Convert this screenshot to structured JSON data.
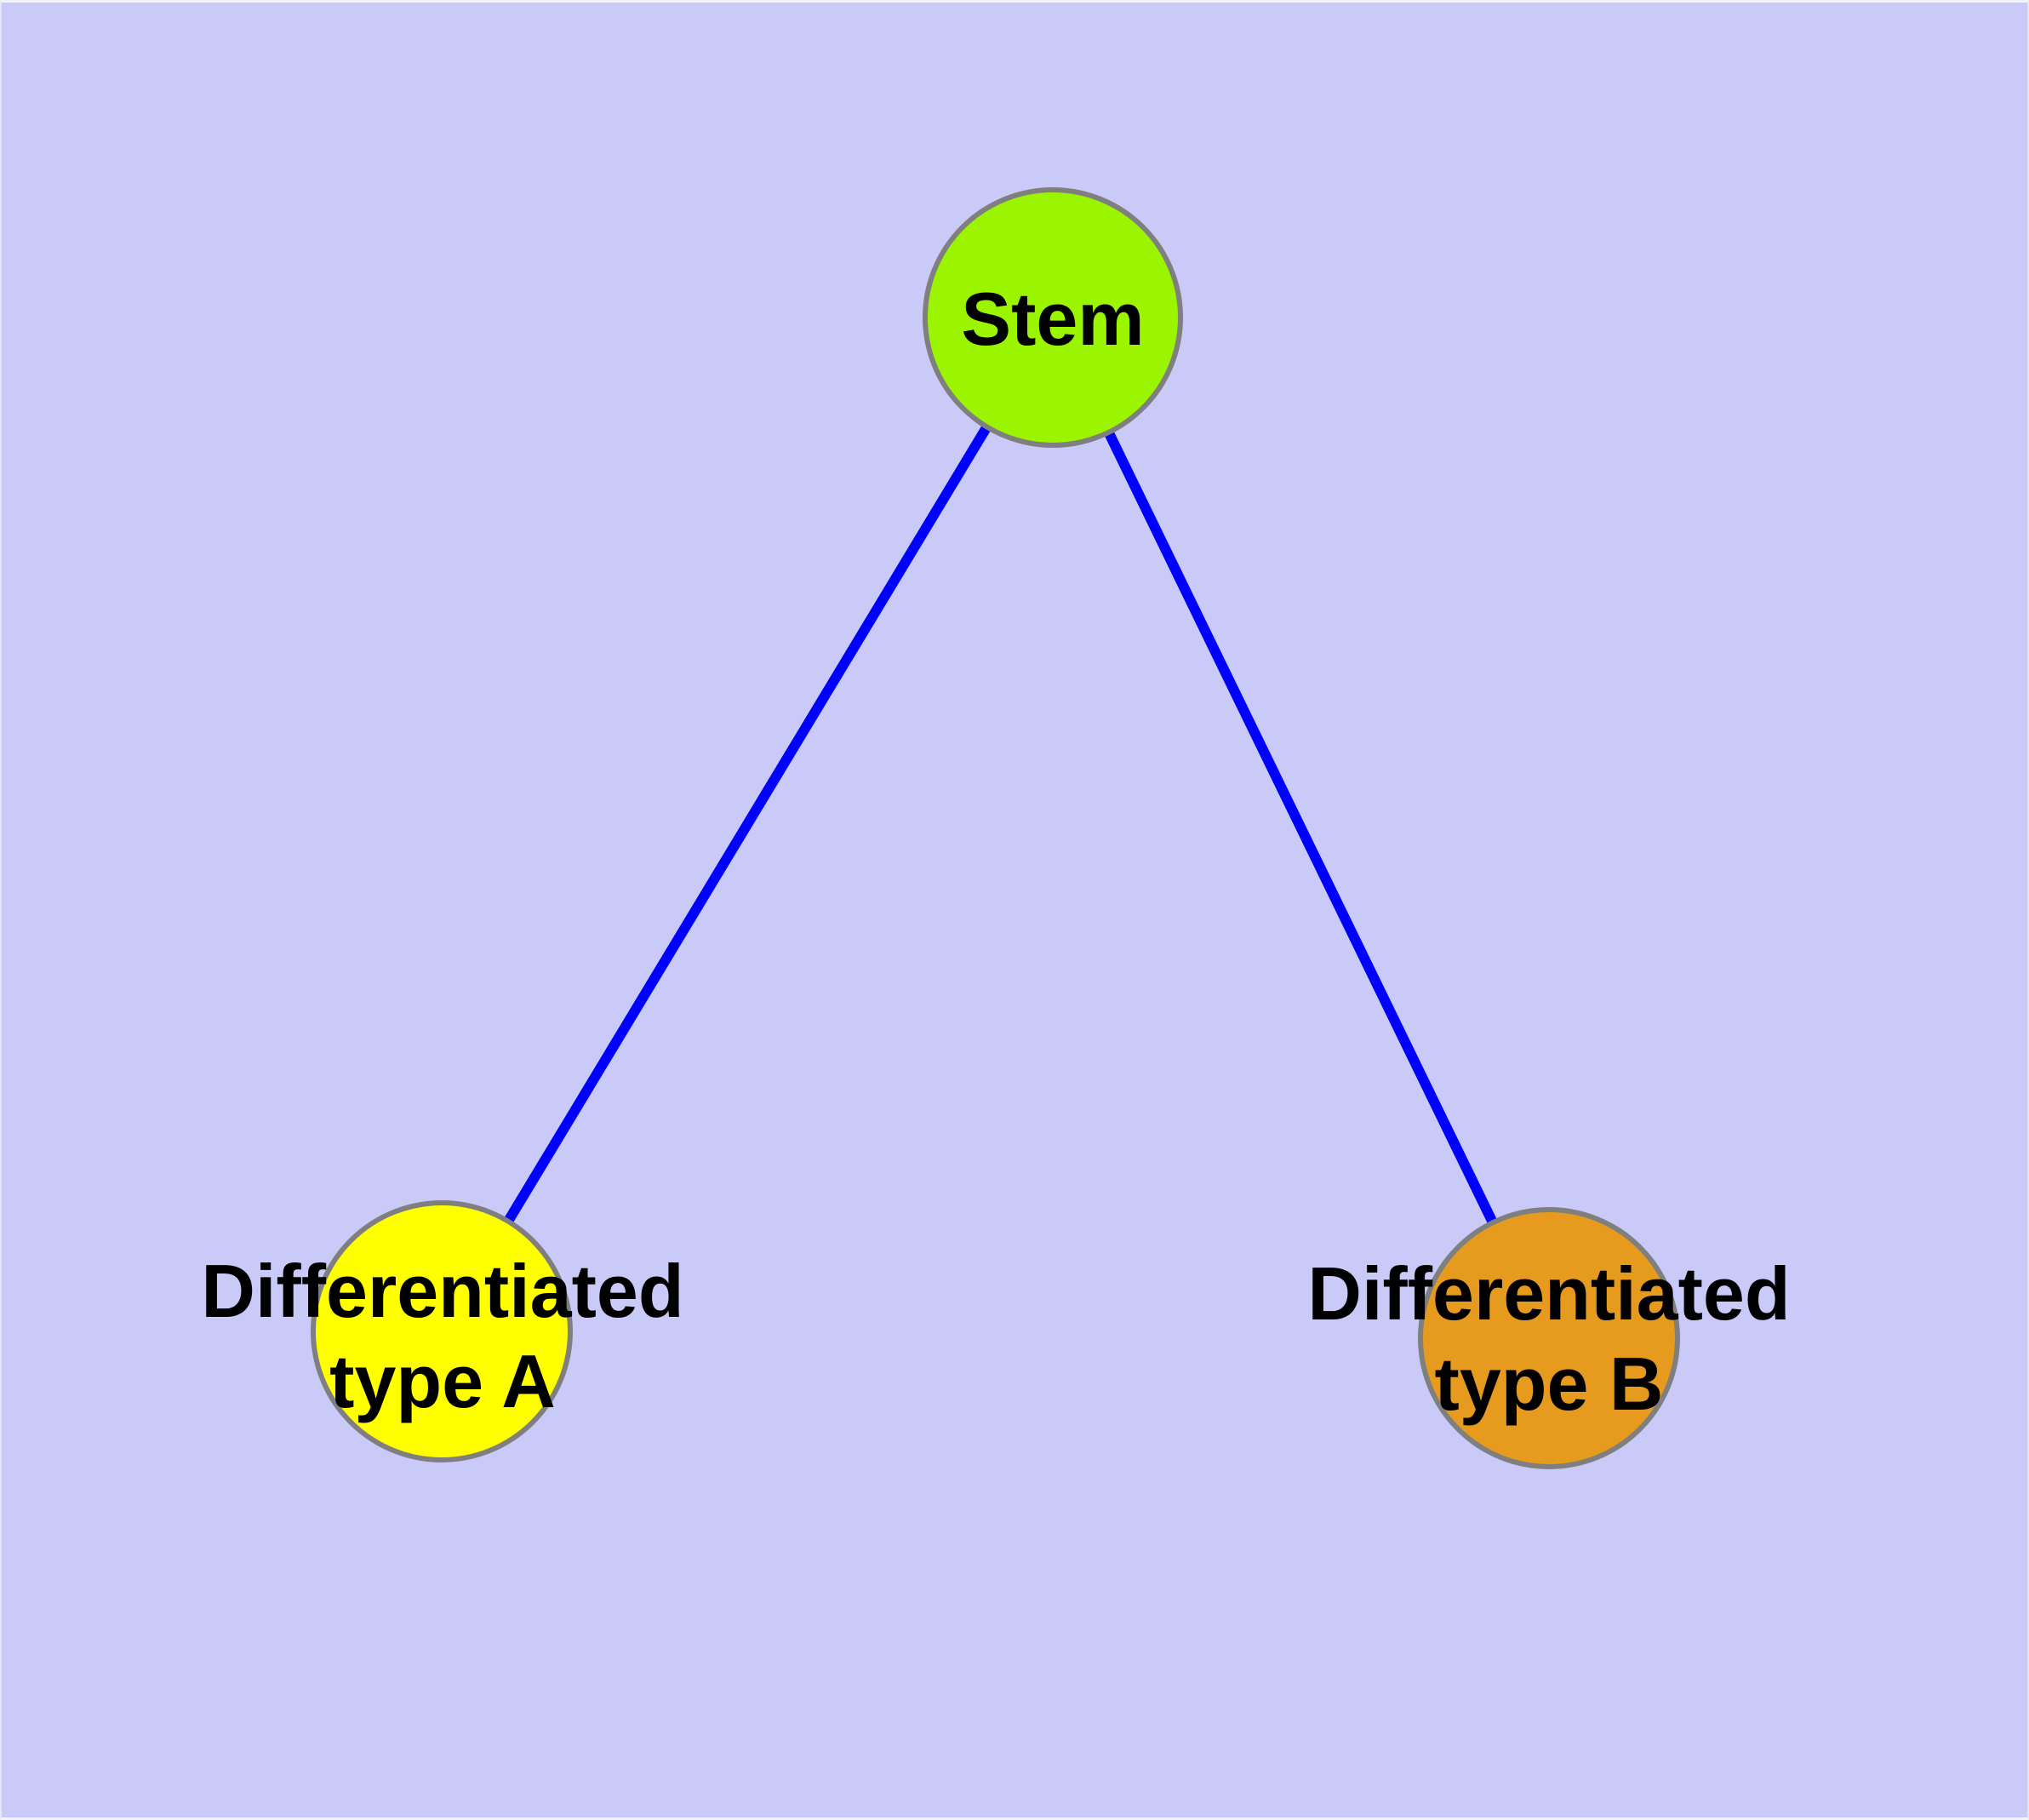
{
  "diagram": {
    "background_color": "#CACAF8",
    "edge_color": "#0000FF",
    "node_border_color": "#7F7F7F",
    "text_color": "#000000",
    "nodes": {
      "stem": {
        "label": "Stem",
        "color": "#9BF500"
      },
      "type_a": {
        "label_line1": "Differentiated",
        "label_line2": "type A",
        "color": "#FFFF00"
      },
      "type_b": {
        "label_line1": "Differentiated",
        "label_line2": "type B",
        "color": "#E69A1E"
      }
    },
    "edges": [
      {
        "from": "Stem",
        "to": "Differentiated type A"
      },
      {
        "from": "Stem",
        "to": "Differentiated type B"
      }
    ]
  }
}
